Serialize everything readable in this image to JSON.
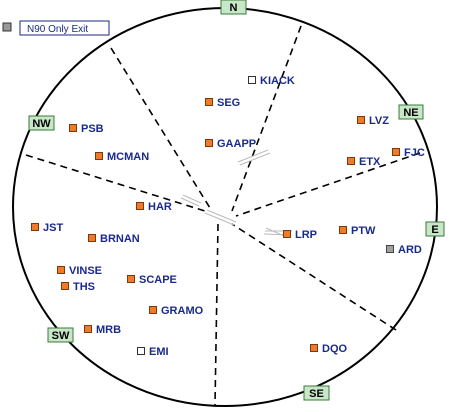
{
  "legend": {
    "label": "N90 Only Exit",
    "swatch_color": "#999999",
    "border_color": "#1a2a8a"
  },
  "colors": {
    "fix_fill": "#f07a2a",
    "fix_stroke": "#7a3a10",
    "exit_fill": "#a0a0a0",
    "empty_fill": "#ffffff",
    "label_color": "#1a2a8a",
    "sector_fill": "#c8e6c8",
    "sector_stroke": "#3a7a3a",
    "circle_stroke": "#000000"
  },
  "sector_labels": [
    {
      "id": "n",
      "text": "N"
    },
    {
      "id": "ne",
      "text": "NE"
    },
    {
      "id": "e",
      "text": "E"
    },
    {
      "id": "se",
      "text": "SE"
    },
    {
      "id": "sw",
      "text": "SW"
    },
    {
      "id": "nw",
      "text": "NW"
    }
  ],
  "fixes": [
    {
      "id": "kiack",
      "text": "KIACK",
      "marker": "empty"
    },
    {
      "id": "seg",
      "text": "SEG",
      "marker": "orange"
    },
    {
      "id": "gaapp",
      "text": "GAAPP",
      "marker": "orange"
    },
    {
      "id": "psb",
      "text": "PSB",
      "marker": "orange"
    },
    {
      "id": "mcman",
      "text": "MCMAN",
      "marker": "orange"
    },
    {
      "id": "lvz",
      "text": "LVZ",
      "marker": "orange"
    },
    {
      "id": "fjc",
      "text": "FJC",
      "marker": "orange"
    },
    {
      "id": "etx",
      "text": "ETX",
      "marker": "orange"
    },
    {
      "id": "har",
      "text": "HAR",
      "marker": "orange"
    },
    {
      "id": "jst",
      "text": "JST",
      "marker": "orange"
    },
    {
      "id": "brnan",
      "text": "BRNAN",
      "marker": "orange"
    },
    {
      "id": "lrp",
      "text": "LRP",
      "marker": "orange"
    },
    {
      "id": "ptw",
      "text": "PTW",
      "marker": "orange"
    },
    {
      "id": "ard",
      "text": "ARD",
      "marker": "gray"
    },
    {
      "id": "vinse",
      "text": "VINSE",
      "marker": "orange"
    },
    {
      "id": "ths",
      "text": "THS",
      "marker": "orange"
    },
    {
      "id": "scape",
      "text": "SCAPE",
      "marker": "orange"
    },
    {
      "id": "gramo",
      "text": "GRAMO",
      "marker": "orange"
    },
    {
      "id": "mrb",
      "text": "MRB",
      "marker": "orange"
    },
    {
      "id": "emi",
      "text": "EMI",
      "marker": "empty"
    },
    {
      "id": "dqo",
      "text": "DQO",
      "marker": "orange"
    }
  ]
}
